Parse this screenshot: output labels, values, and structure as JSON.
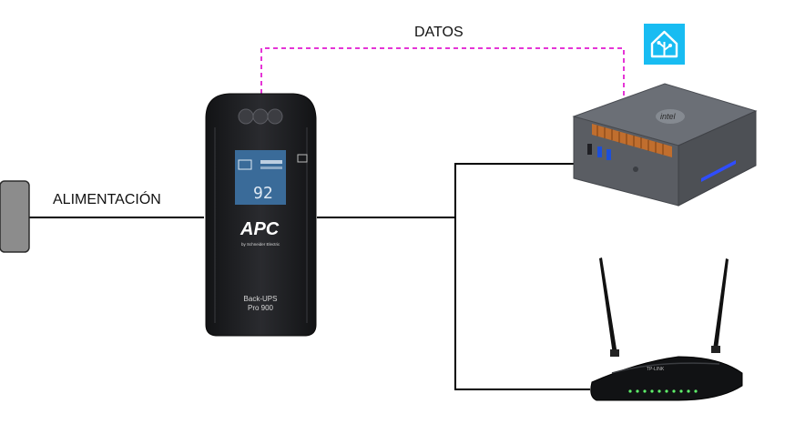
{
  "labels": {
    "power": "ALIMENTACIÓN",
    "data": "DATOS"
  },
  "ups": {
    "brand": "APC",
    "sub_brand": "by Schneider Electric",
    "model_line1": "Back-UPS",
    "model_line2": "Pro 900",
    "display_value": "92"
  },
  "mini_pc": {
    "badge_text": "intel"
  },
  "router": {
    "brand": "TP-LINK"
  },
  "icons": {
    "app_badge": "home-assistant-icon",
    "power_source": "power-outlet-icon"
  },
  "colors": {
    "data_link": "#e535d6",
    "power_link": "#000000",
    "app_badge_bg": "#18bcf2",
    "ups_body": "#1c1d20",
    "pc_body": "#5d6168",
    "pc_led": "#2f4dff",
    "router_led": "#5ef06a"
  }
}
